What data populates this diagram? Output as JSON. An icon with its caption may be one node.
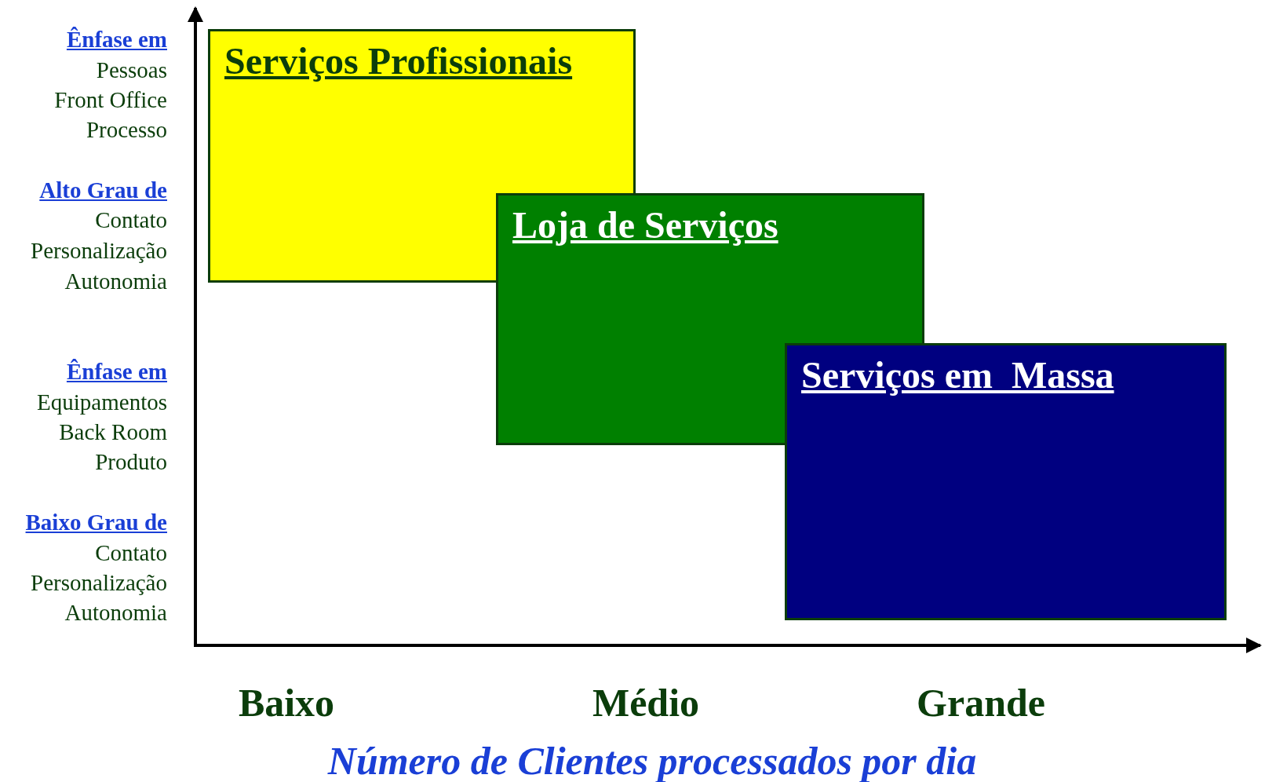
{
  "diagram": {
    "nodes": [
      {
        "text": [
          "Serviços Profissionais"
        ]
      },
      {
        "text": [
          "Loja de Serviços"
        ]
      },
      {
        "text": [
          "Serviços em  Massa"
        ]
      }
    ],
    "labels": [
      "Ênfase em",
      "Pessoas",
      "Front Office",
      "Processo",
      "Alto Grau de",
      "Contato",
      "Personalização",
      "Autonomia",
      "Ênfase em",
      "Equipamentos",
      "Back Room",
      "Produto",
      "Baixo Grau de",
      "Contato",
      "Personalização",
      "Autonomia",
      "Baixo",
      "Médio",
      "Grande",
      "Número de Clientes processados por dia"
    ]
  }
}
